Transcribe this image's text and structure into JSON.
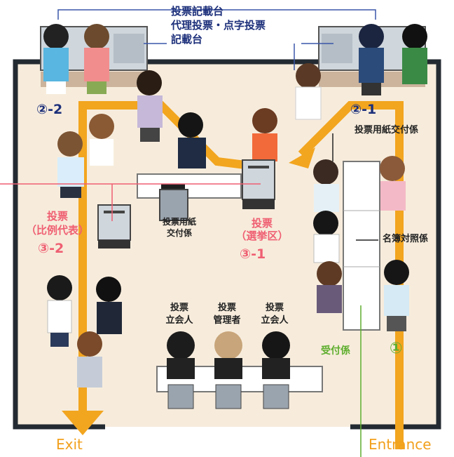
{
  "labels": {
    "top_booth_line1": "投票記載台",
    "top_booth_line2": "代理投票・点字投票",
    "top_booth_line3": "記載台",
    "step_2_2": "②-2",
    "step_2_1": "②-1",
    "ballot_issuer_right": "投票用紙交付係",
    "register_checker": "名簿対照係",
    "vote_pr_line1": "投票",
    "vote_pr_line2": "（比例代表）",
    "step_3_2": "③-2",
    "ballot_issuer_center_line1": "投票用紙",
    "ballot_issuer_center_line2": "交付係",
    "vote_district_line1": "投票",
    "vote_district_line2": "（選挙区）",
    "step_3_1": "③-1",
    "witness_left_line1": "投票",
    "witness_left_line2": "立会人",
    "manager_line1": "投票",
    "manager_line2": "管理者",
    "witness_right_line1": "投票",
    "witness_right_line2": "立会人",
    "reception": "受付係",
    "step_1": "①",
    "exit": "Exit",
    "entrance": "Entrance"
  },
  "colors": {
    "route": "#f2a51f",
    "wall": "#232a31",
    "floor": "#f7ecdc",
    "navy_text": "#1c2f7a",
    "red_text": "#ef5f72",
    "green_text": "#5fae2e",
    "orange_text": "#f2a01c",
    "leader_blue": "#3a57a8",
    "leader_red": "#ef5f72",
    "leader_green": "#5fae2e"
  }
}
